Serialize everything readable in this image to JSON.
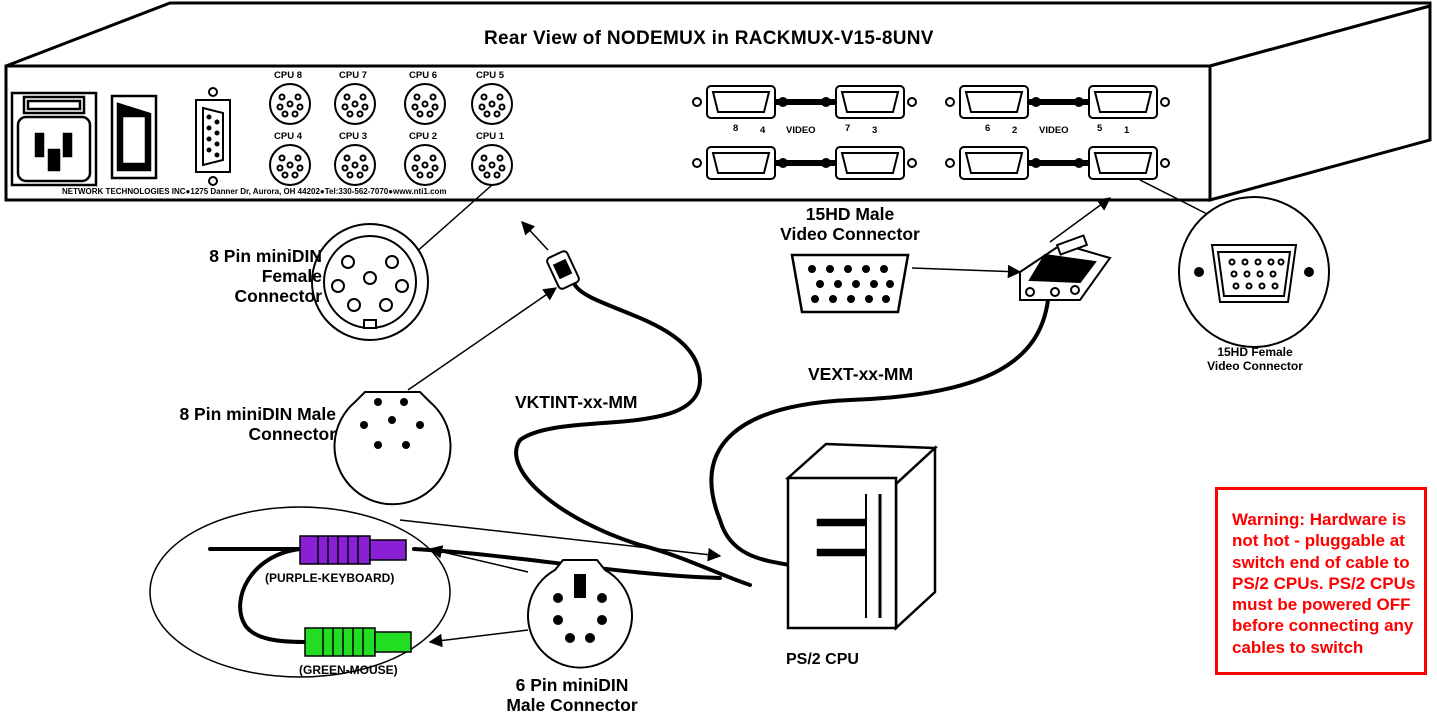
{
  "title": "Rear View of NODEMUX in RACKMUX-V15-8UNV",
  "ports": {
    "cpu_top": [
      "CPU 8",
      "CPU 7",
      "CPU 6",
      "CPU 5"
    ],
    "cpu_bottom": [
      "CPU 4",
      "CPU 3",
      "CPU 2",
      "CPU 1"
    ],
    "video_label": "VIDEO",
    "video_group_a": {
      "top_num": "8",
      "bottom_num": "4",
      "top_num_2": "7",
      "bottom_num_2": "3"
    },
    "video_group_b": {
      "top_num": "6",
      "bottom_num": "2",
      "top_num_2": "5",
      "bottom_num_2": "1"
    }
  },
  "footer_text": "NETWORK  TECHNOLOGIES INC●1275 Danner Dr, Aurora, OH 44202●Tel:330-562-7070●www.nti1.com",
  "labels": {
    "pin8_female": "8 Pin miniDIN\nFemale\nConnector",
    "pin8_male": "8 Pin miniDIN Male\nConnector",
    "hd15_male": "15HD Male\nVideo Connector",
    "hd15_female": "15HD Female\nVideo Connector",
    "vktint": "VKTINT-xx-MM",
    "vext": "VEXT-xx-MM",
    "ps2_cpu": "PS/2 CPU",
    "purple_keyboard": "(PURPLE-KEYBOARD)",
    "green_mouse": "(GREEN-MOUSE)",
    "pin6_male": "6 Pin miniDIN\nMale Connector"
  },
  "warning": "Warning:  Hardware is not hot - pluggable at switch end of cable to PS/2 CPUs.    PS/2 CPUs must be powered OFF  before connecting any cables to switch",
  "colors": {
    "warning": "#ff0000",
    "keyboard_plug": "#8a1fd6",
    "mouse_plug": "#22dd22",
    "line": "#000000"
  }
}
